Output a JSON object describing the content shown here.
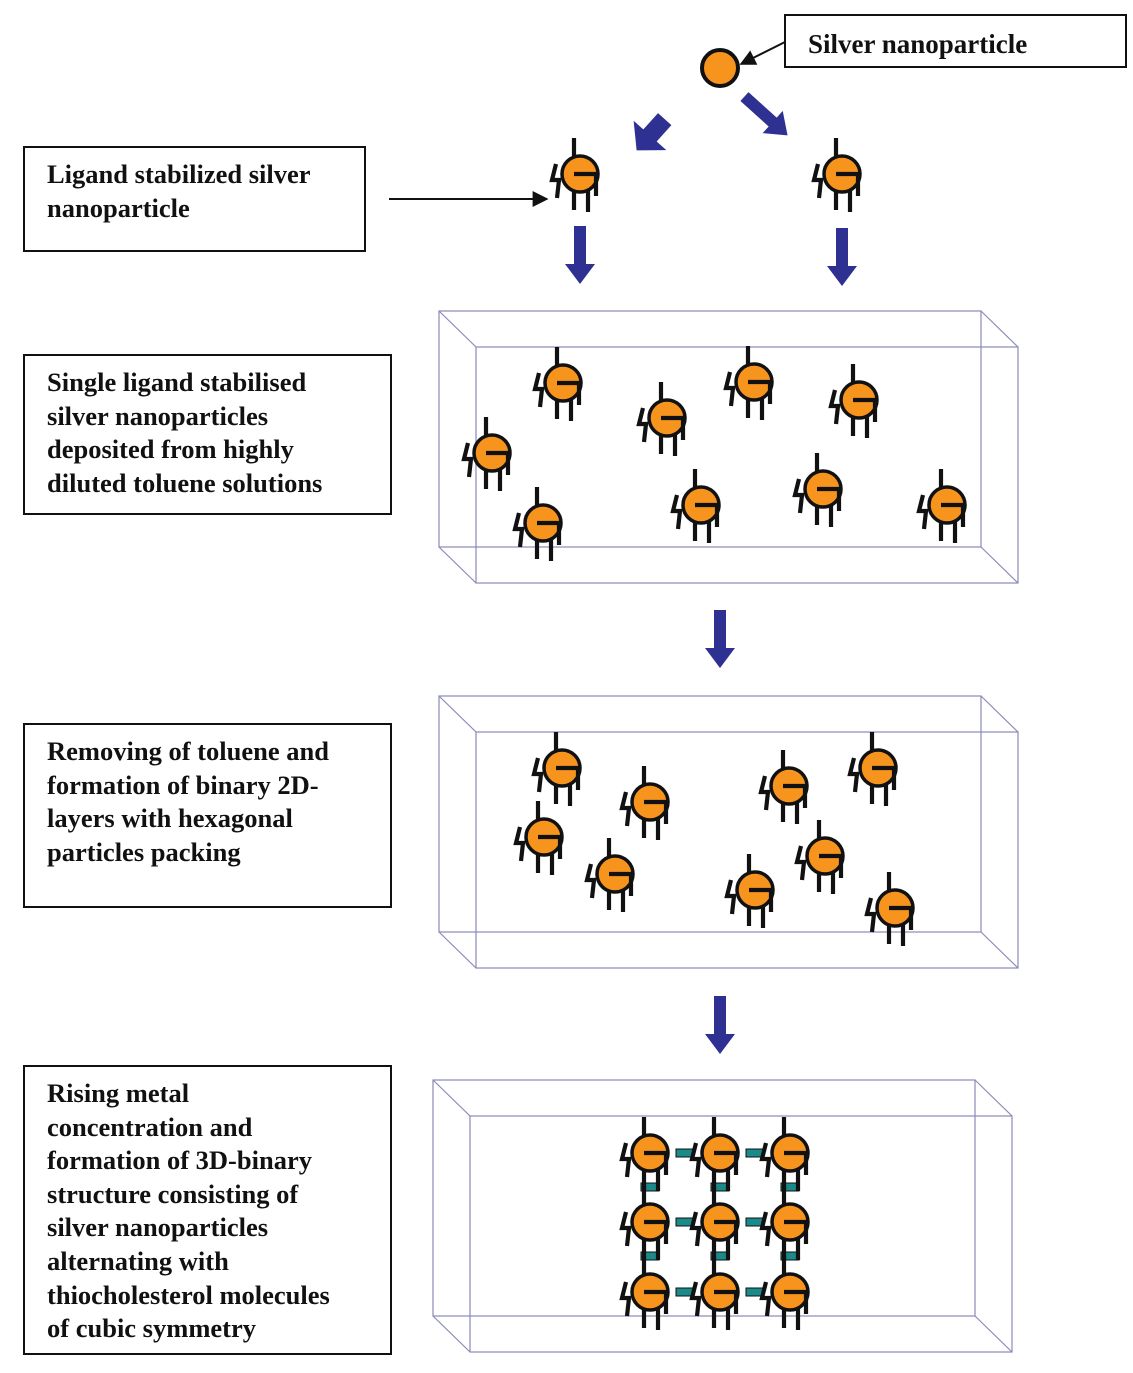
{
  "colors": {
    "arrow_blue": "#2e3192",
    "particle_orange": "#f7941d",
    "linker_teal": "#1a8a8a",
    "outline": "#111111",
    "box_line": "#8a8ab8"
  },
  "title_label": "Silver nanoparticle",
  "steps": [
    {
      "lines": [
        "Ligand stabilized silver",
        "nanoparticle"
      ]
    },
    {
      "lines": [
        "Single  ligand  stabilised",
        "silver nanoparticles",
        "deposited from highly",
        "diluted  toluene solutions"
      ]
    },
    {
      "lines": [
        "Removing of toluene and",
        "formation of binary 2D-",
        "layers with hexagonal",
        "particles packing"
      ]
    },
    {
      "lines": [
        "Rising metal",
        "concentration and",
        "formation  of  3D-binary",
        "structure consisting of",
        "silver nanoparticles",
        "alternating with",
        "thiocholesterol molecules",
        "of cubic symmetry"
      ]
    }
  ]
}
